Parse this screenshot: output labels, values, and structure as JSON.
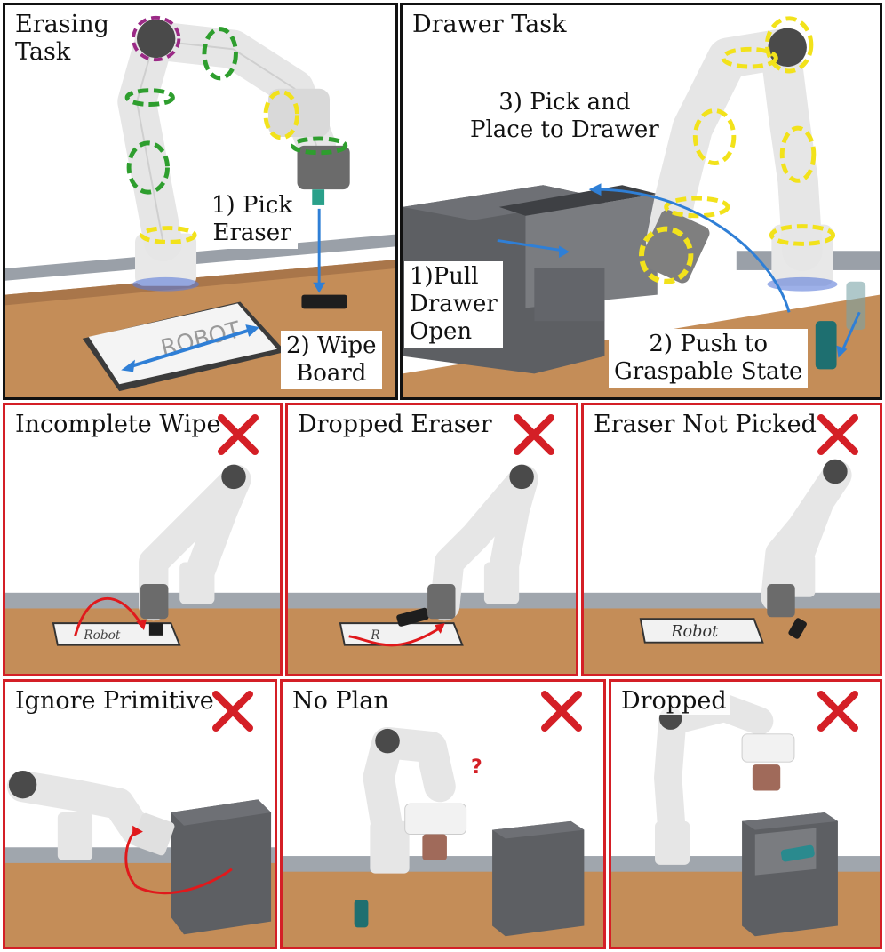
{
  "top_panels": {
    "erasing": {
      "title": "Erasing\nTask",
      "step1": "1) Pick\nEraser",
      "step2": "2) Wipe\nBoard",
      "board_text": "ROBOT"
    },
    "drawer": {
      "title": "Drawer Task",
      "step1": "1)Pull\nDrawer\nOpen",
      "step2": "2) Push to\nGraspable State",
      "step3": "3) Pick and\nPlace to Drawer"
    }
  },
  "failures": [
    {
      "title": "Incomplete Wipe",
      "board_text": "Robot"
    },
    {
      "title": "Dropped Eraser",
      "board_text": "R"
    },
    {
      "title": "Eraser Not Picked",
      "board_text": "Robot"
    },
    {
      "title": "Ignore Primitive"
    },
    {
      "title": "No Plan",
      "mark": "?"
    },
    {
      "title": "Dropped"
    }
  ],
  "colors": {
    "fail_border": "#d41f26",
    "x_mark": "#d41f26",
    "arrow_blue": "#2f7fd6",
    "arrow_red": "#e0191c",
    "ring_green": "#2e9e2e",
    "ring_yellow": "#f2e21b",
    "ring_purple": "#9b2a86",
    "wood": "#c08a55"
  },
  "icons": [
    "x-mark-icon"
  ]
}
